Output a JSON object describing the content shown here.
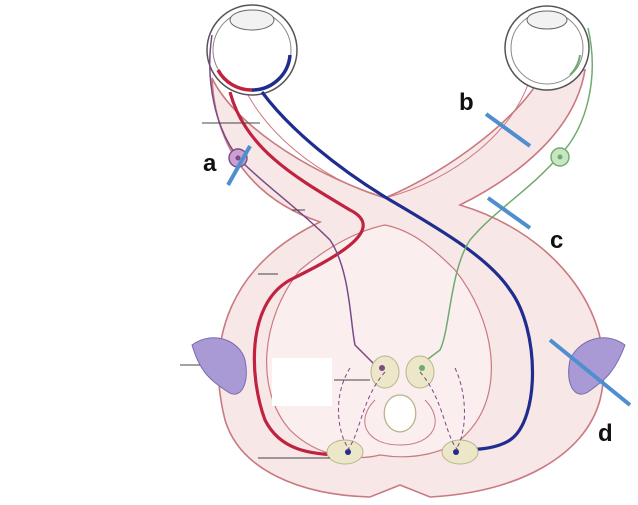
{
  "labels": {
    "a": "a",
    "b": "b",
    "c": "c",
    "d": "d"
  },
  "colors": {
    "tract_fill": "#f7e6e6",
    "tract_outline": "#c97a80",
    "red_pathway": "#c0233f",
    "blue_pathway": "#1f2d8f",
    "purple_pathway": "#7a4a86",
    "green_pathway": "#6fab6f",
    "lesion_marker": "#4f8fd0",
    "nucleus_fill": "#e8e6c7",
    "lateral_body": "#a99ad6"
  }
}
